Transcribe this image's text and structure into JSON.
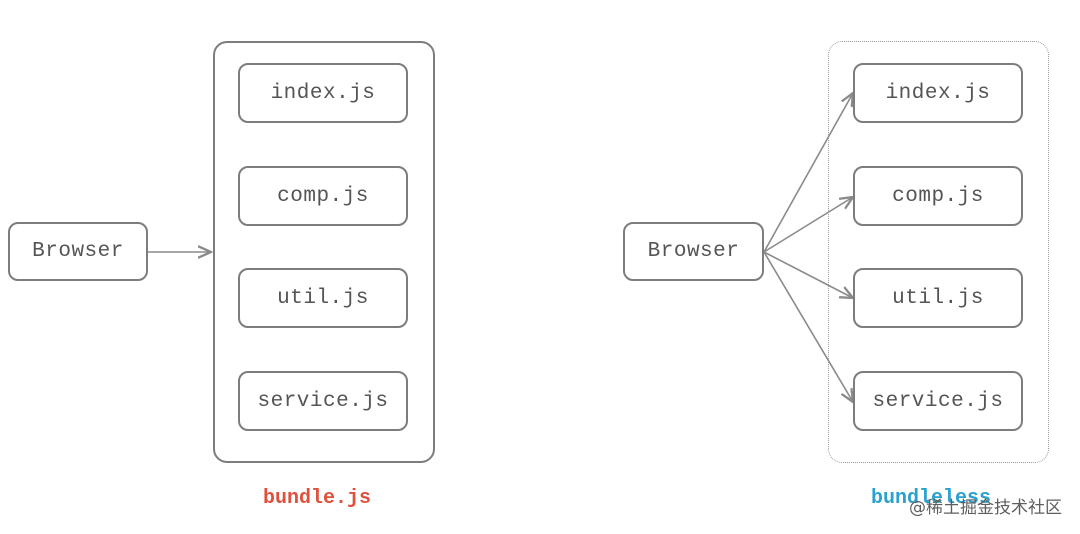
{
  "left": {
    "browser_label": "Browser",
    "modules": [
      "index.js",
      "comp.js",
      "util.js",
      "service.js"
    ],
    "caption": "bundle.js",
    "caption_color": "#e0503c"
  },
  "right": {
    "browser_label": "Browser",
    "modules": [
      "index.js",
      "comp.js",
      "util.js",
      "service.js"
    ],
    "caption": "bundleless",
    "caption_color": "#2aa1cf"
  },
  "watermark": "@稀土掘金技术社区",
  "line_color": "#8a8a8a"
}
